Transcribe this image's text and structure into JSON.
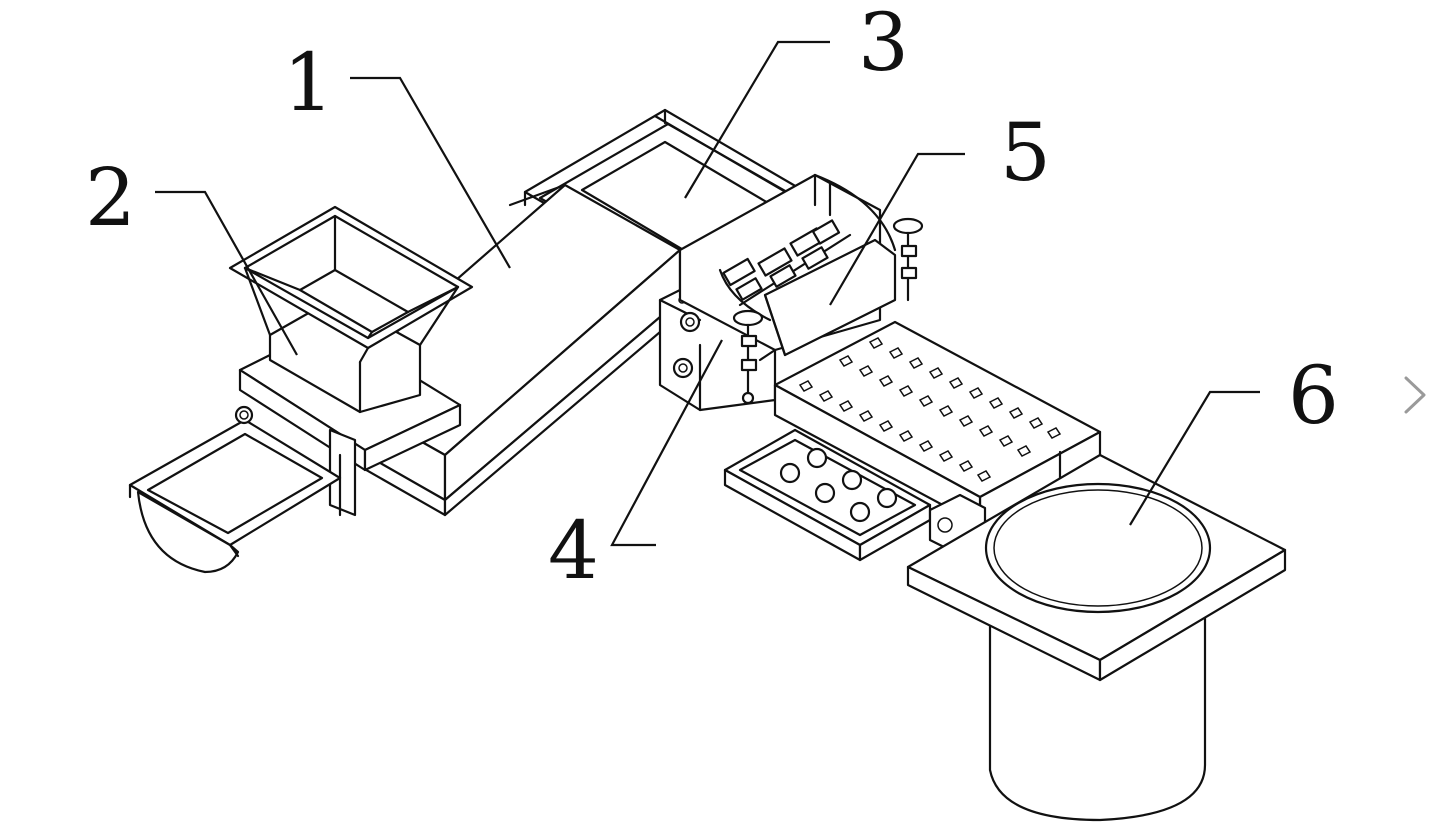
{
  "diagram": {
    "labels": [
      {
        "id": "1",
        "text": "1"
      },
      {
        "id": "2",
        "text": "2"
      },
      {
        "id": "3",
        "text": "3"
      },
      {
        "id": "4",
        "text": "4"
      },
      {
        "id": "5",
        "text": "5"
      },
      {
        "id": "6",
        "text": "6"
      }
    ]
  },
  "viewer": {
    "next_icon": "chevron-right-icon",
    "icon_color": "#9a9a9a"
  },
  "colors": {
    "line": "#111111",
    "background": "#ffffff"
  }
}
